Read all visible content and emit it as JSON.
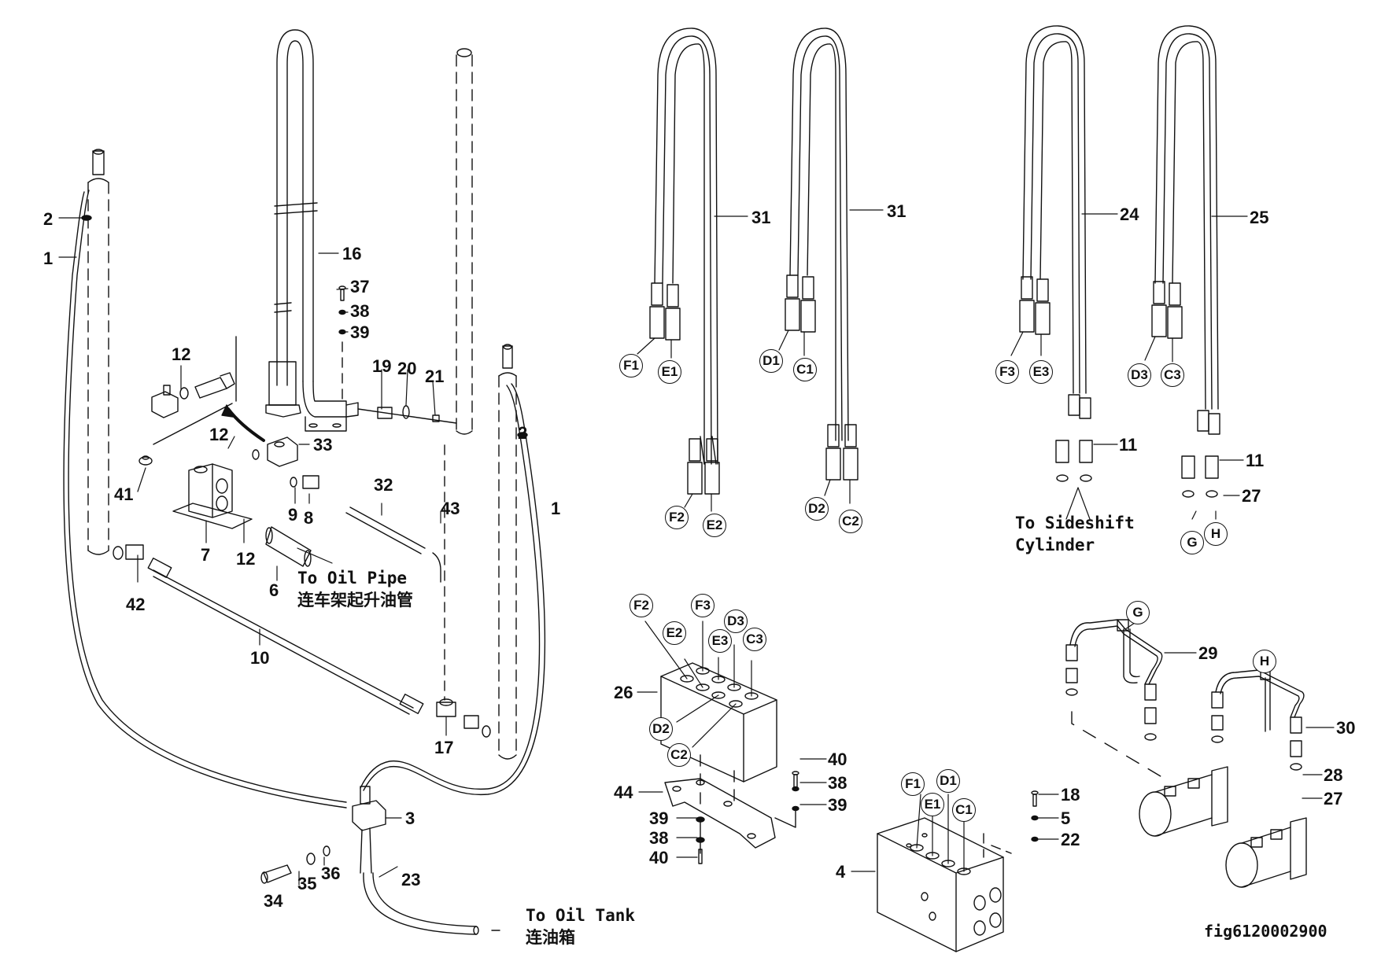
{
  "diagram": {
    "type": "exploded-parts-diagram",
    "subject": "Hydraulic piping assembly",
    "figure_id": "fig6120002900",
    "part_callouts": [
      {
        "id": "p1a",
        "text": "1"
      },
      {
        "id": "p1b",
        "text": "1"
      },
      {
        "id": "p2a",
        "text": "2"
      },
      {
        "id": "p2b",
        "text": "2"
      },
      {
        "id": "p3",
        "text": "3"
      },
      {
        "id": "p4",
        "text": "4"
      },
      {
        "id": "p5",
        "text": "5"
      },
      {
        "id": "p6",
        "text": "6"
      },
      {
        "id": "p7",
        "text": "7"
      },
      {
        "id": "p8",
        "text": "8"
      },
      {
        "id": "p9",
        "text": "9"
      },
      {
        "id": "p10",
        "text": "10"
      },
      {
        "id": "p11a",
        "text": "11"
      },
      {
        "id": "p11b",
        "text": "11"
      },
      {
        "id": "p12a",
        "text": "12"
      },
      {
        "id": "p12b",
        "text": "12"
      },
      {
        "id": "p12c",
        "text": "12"
      },
      {
        "id": "p16",
        "text": "16"
      },
      {
        "id": "p17",
        "text": "17"
      },
      {
        "id": "p18",
        "text": "18"
      },
      {
        "id": "p19",
        "text": "19"
      },
      {
        "id": "p20",
        "text": "20"
      },
      {
        "id": "p21",
        "text": "21"
      },
      {
        "id": "p22",
        "text": "22"
      },
      {
        "id": "p23",
        "text": "23"
      },
      {
        "id": "p24",
        "text": "24"
      },
      {
        "id": "p25",
        "text": "25"
      },
      {
        "id": "p26",
        "text": "26"
      },
      {
        "id": "p27a",
        "text": "27"
      },
      {
        "id": "p27b",
        "text": "27"
      },
      {
        "id": "p28",
        "text": "28"
      },
      {
        "id": "p29",
        "text": "29"
      },
      {
        "id": "p30",
        "text": "30"
      },
      {
        "id": "p31a",
        "text": "31"
      },
      {
        "id": "p31b",
        "text": "31"
      },
      {
        "id": "p32",
        "text": "32"
      },
      {
        "id": "p33",
        "text": "33"
      },
      {
        "id": "p34",
        "text": "34"
      },
      {
        "id": "p35",
        "text": "35"
      },
      {
        "id": "p36",
        "text": "36"
      },
      {
        "id": "p37",
        "text": "37"
      },
      {
        "id": "p38a",
        "text": "38"
      },
      {
        "id": "p38b",
        "text": "38"
      },
      {
        "id": "p38c",
        "text": "38"
      },
      {
        "id": "p39a",
        "text": "39"
      },
      {
        "id": "p39b",
        "text": "39"
      },
      {
        "id": "p39c",
        "text": "39"
      },
      {
        "id": "p40a",
        "text": "40"
      },
      {
        "id": "p40b",
        "text": "40"
      },
      {
        "id": "p41",
        "text": "41"
      },
      {
        "id": "p42",
        "text": "42"
      },
      {
        "id": "p43",
        "text": "43"
      },
      {
        "id": "p44",
        "text": "44"
      }
    ],
    "port_markers": [
      {
        "id": "F1a",
        "text": "F1"
      },
      {
        "id": "E1a",
        "text": "E1"
      },
      {
        "id": "D1a",
        "text": "D1"
      },
      {
        "id": "C1a",
        "text": "C1"
      },
      {
        "id": "F2a",
        "text": "F2"
      },
      {
        "id": "E2a",
        "text": "E2"
      },
      {
        "id": "D2a",
        "text": "D2"
      },
      {
        "id": "C2a",
        "text": "C2"
      },
      {
        "id": "F3a",
        "text": "F3"
      },
      {
        "id": "E3a",
        "text": "E3"
      },
      {
        "id": "D3a",
        "text": "D3"
      },
      {
        "id": "C3a",
        "text": "C3"
      },
      {
        "id": "Ga",
        "text": "G"
      },
      {
        "id": "Ha",
        "text": "H"
      },
      {
        "id": "F2b",
        "text": "F2"
      },
      {
        "id": "E2b",
        "text": "E2"
      },
      {
        "id": "F3b",
        "text": "F3"
      },
      {
        "id": "E3b",
        "text": "E3"
      },
      {
        "id": "D3b",
        "text": "D3"
      },
      {
        "id": "C3b",
        "text": "C3"
      },
      {
        "id": "D2b",
        "text": "D2"
      },
      {
        "id": "C2b",
        "text": "C2"
      },
      {
        "id": "F1b",
        "text": "F1"
      },
      {
        "id": "E1b",
        "text": "E1"
      },
      {
        "id": "D1b",
        "text": "D1"
      },
      {
        "id": "C1b",
        "text": "C1"
      },
      {
        "id": "Gb",
        "text": "G"
      },
      {
        "id": "Hb",
        "text": "H"
      }
    ],
    "notes": {
      "oil_pipe_en": "To Oil Pipe",
      "oil_pipe_zh": "连车架起升油管",
      "oil_tank_en": "To Oil Tank",
      "oil_tank_zh": "连油箱",
      "sideshift_line1": "To Sideshift",
      "sideshift_line2": "Cylinder"
    },
    "colors": {
      "line": "#111111",
      "background": "#ffffff"
    }
  }
}
